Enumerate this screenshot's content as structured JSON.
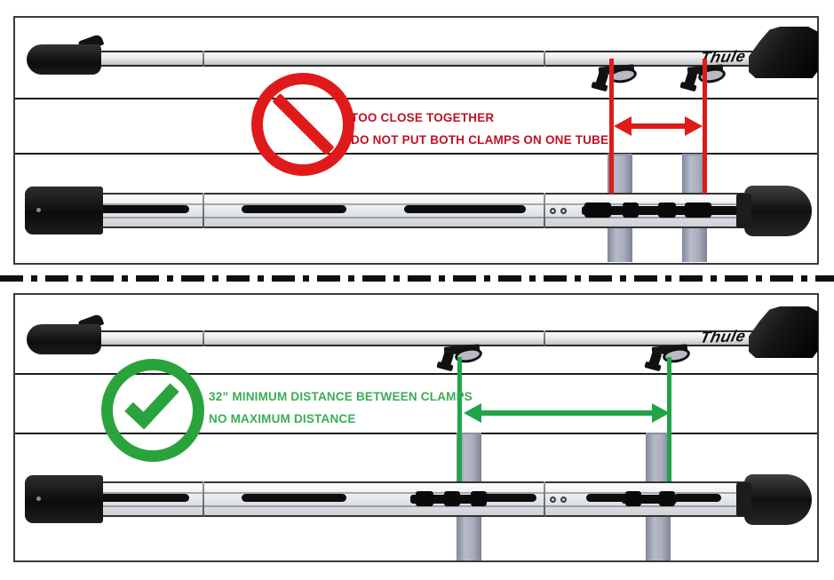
{
  "colors": {
    "warning_red": "#e01a1a",
    "warning_text_red": "#bf1125",
    "ok_green": "#2ba33c",
    "ok_line_green": "#1fa548",
    "ok_text_green": "#3bac55",
    "tube_gray": "#a9adbc",
    "bar_silver": "#ececec",
    "hardware_black": "#111111"
  },
  "divider_style": "dash-dot",
  "top_panel": {
    "brand": "Thule",
    "icon": "no-symbol-icon",
    "warning_line1": "TOO CLOSE TOGETHER",
    "warning_line2": "DO NOT PUT BOTH CLAMPS ON ONE TUBE"
  },
  "bottom_panel": {
    "brand": "Thule",
    "icon": "check-circle-icon",
    "ok_line1": "32” MINIMUM DISTANCE BETWEEN CLAMPS",
    "ok_line2": "NO MAXIMUM DISTANCE"
  }
}
